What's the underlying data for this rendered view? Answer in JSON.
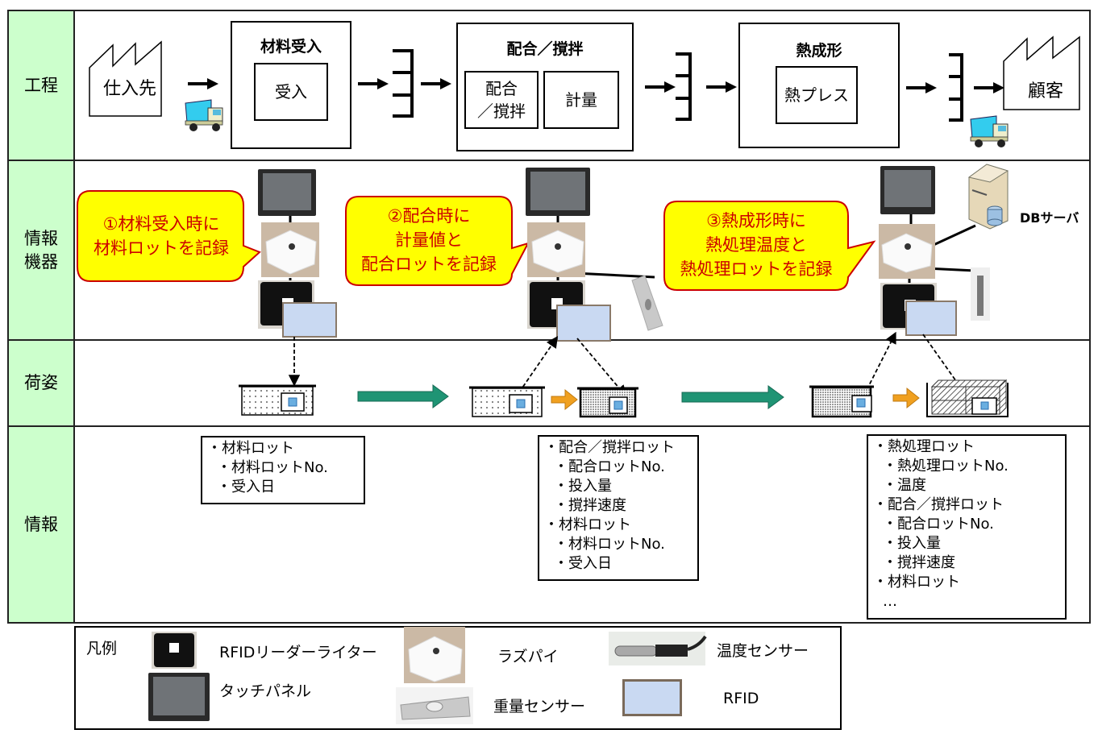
{
  "rows": {
    "process": "工程",
    "devices": "情報\n機器",
    "packaging": "荷姿",
    "info": "情報"
  },
  "process": {
    "supplier": "仕入先",
    "customer": "顧客",
    "steps": [
      {
        "title": "材料受入",
        "sub": [
          "受入"
        ]
      },
      {
        "title": "配合／撹拌",
        "sub": [
          "配合\n／撹拌",
          "計量"
        ]
      },
      {
        "title": "熱成形",
        "sub": [
          "熱プレス"
        ]
      }
    ]
  },
  "callouts": [
    {
      "text": "①材料受入時に\n材料ロットを記録"
    },
    {
      "text": "②配合時に\n計量値と\n配合ロットを記録"
    },
    {
      "text": "③熱成形時に\n熱処理温度と\n熱処理ロットを記録"
    }
  ],
  "db_server_label": "DBサーバ",
  "info_boxes": [
    {
      "lines": [
        {
          "level": 1,
          "text": "・材料ロット"
        },
        {
          "level": 2,
          "text": "・材料ロットNo."
        },
        {
          "level": 2,
          "text": "・受入日"
        }
      ]
    },
    {
      "lines": [
        {
          "level": 1,
          "text": "・配合／撹拌ロット"
        },
        {
          "level": 2,
          "text": "・配合ロットNo."
        },
        {
          "level": 2,
          "text": "・投入量"
        },
        {
          "level": 2,
          "text": "・撹拌速度"
        },
        {
          "level": 1,
          "text": "・材料ロット"
        },
        {
          "level": 2,
          "text": "・材料ロットNo."
        },
        {
          "level": 2,
          "text": "・受入日"
        }
      ]
    },
    {
      "lines": [
        {
          "level": 1,
          "text": "・熱処理ロット"
        },
        {
          "level": 2,
          "text": "・熱処理ロットNo."
        },
        {
          "level": 2,
          "text": "・温度"
        },
        {
          "level": 1,
          "text": "・配合／撹拌ロット"
        },
        {
          "level": 2,
          "text": "・配合ロットNo."
        },
        {
          "level": 2,
          "text": "・投入量"
        },
        {
          "level": 2,
          "text": "・撹拌速度"
        },
        {
          "level": 1,
          "text": "・材料ロット"
        },
        {
          "level": 2,
          "text": "…"
        }
      ]
    }
  ],
  "legend": {
    "title": "凡例",
    "items": [
      {
        "icon": "rfid-reader-writer-icon",
        "label": "RFIDリーダーライター"
      },
      {
        "icon": "touch-panel-icon",
        "label": "タッチパネル"
      },
      {
        "icon": "raspberry-pi-icon",
        "label": "ラズパイ"
      },
      {
        "icon": "weight-sensor-icon",
        "label": "重量センサー"
      },
      {
        "icon": "temperature-sensor-icon",
        "label": "温度センサー"
      },
      {
        "icon": "rfid-tag-icon",
        "label": "RFID"
      }
    ]
  },
  "colors": {
    "row_label_bg": "#ccffcc",
    "callout_fill": "#ffff00",
    "callout_border": "#cc0000",
    "callout_text": "#cc0000",
    "flow_arrow_green": "#1f9474",
    "flow_arrow_orange": "#f0a020",
    "rfid_card": "#c9d9f2"
  }
}
